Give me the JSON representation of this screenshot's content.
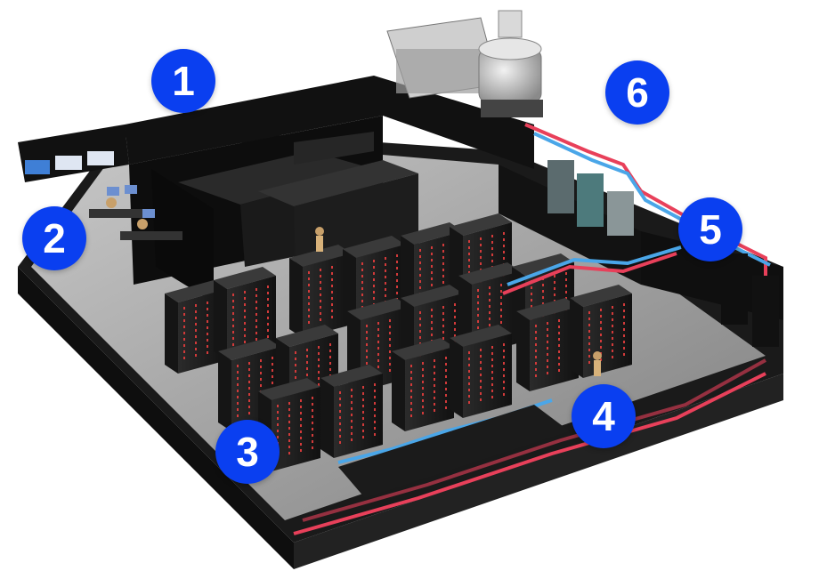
{
  "colors": {
    "marker_fill": "#0a3ff0",
    "marker_text": "#ffffff",
    "hot_pipe": "#e8405a",
    "cold_pipe": "#4aa6e8",
    "floor": "#9a9a9a",
    "wall": "#141414",
    "rack_led": "#d23a3a"
  },
  "markers": [
    {
      "id": "1",
      "label": "1"
    },
    {
      "id": "2",
      "label": "2"
    },
    {
      "id": "3",
      "label": "3"
    },
    {
      "id": "4",
      "label": "4"
    },
    {
      "id": "5",
      "label": "5"
    },
    {
      "id": "6",
      "label": "6"
    }
  ],
  "icons": [
    "cooling-tower-icon",
    "chiller-icon",
    "server-rack-icon",
    "operator-desk-icon",
    "pipe-icon"
  ]
}
